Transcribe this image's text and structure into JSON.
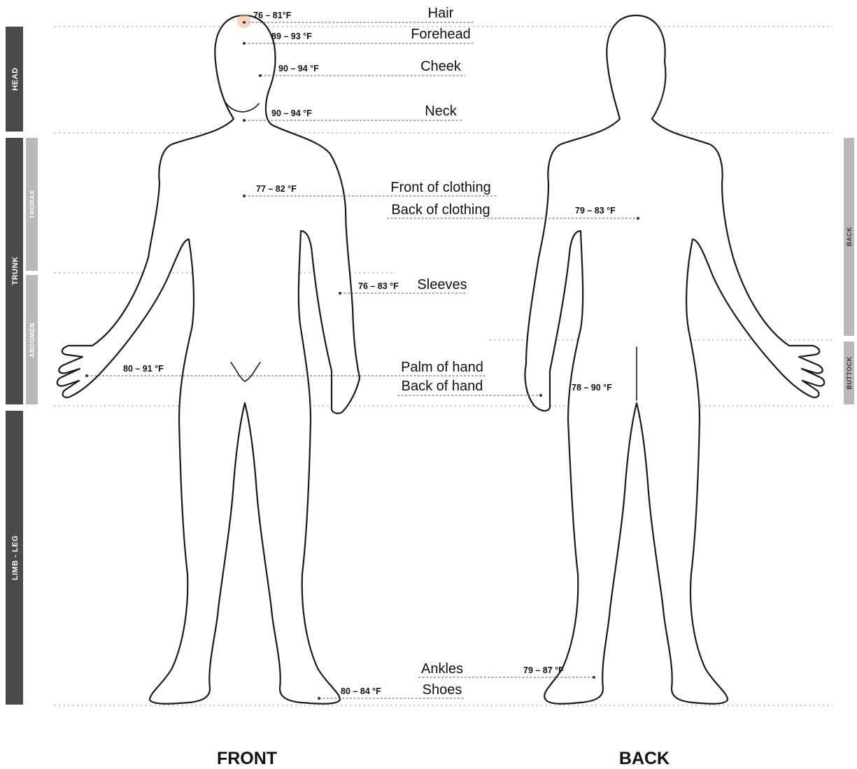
{
  "views": {
    "front": "FRONT",
    "back": "BACK"
  },
  "left_bars": {
    "head": "HEAD",
    "trunk": "TRUNK",
    "thorax": "THORAX",
    "abdomen": "ABDOMEN",
    "limb_leg": "LIMB - LEG"
  },
  "right_bars": {
    "back": "BACK",
    "buttock": "BUTTOCK"
  },
  "regions": {
    "hair": "Hair",
    "forehead": "Forehead",
    "cheek": "Cheek",
    "neck": "Neck",
    "front_clothing": "Front of clothing",
    "back_clothing": "Back of clothing",
    "sleeves": "Sleeves",
    "palm": "Palm of hand",
    "back_hand": "Back of hand",
    "ankles": "Ankles",
    "shoes": "Shoes"
  },
  "temperatures": {
    "hair": "76 – 81°F",
    "forehead": "89 – 93 °F",
    "cheek": "90 – 94 °F",
    "neck": "90 – 94 °F",
    "front_clothing": "77 – 82 °F",
    "back_clothing": "79 – 83 °F",
    "sleeves": "76 – 83 °F",
    "palm": "80 – 91 °F",
    "back_hand": "78 – 90 °F",
    "ankles": "79 – 87 °F",
    "shoes": "80 – 84 °F"
  },
  "colors": {
    "left_bar_dark": "#4a4a4a",
    "left_bar_light": "#b9b9bd",
    "right_bar": "#b9b9bd",
    "marker_glow": "#f3b48a"
  }
}
